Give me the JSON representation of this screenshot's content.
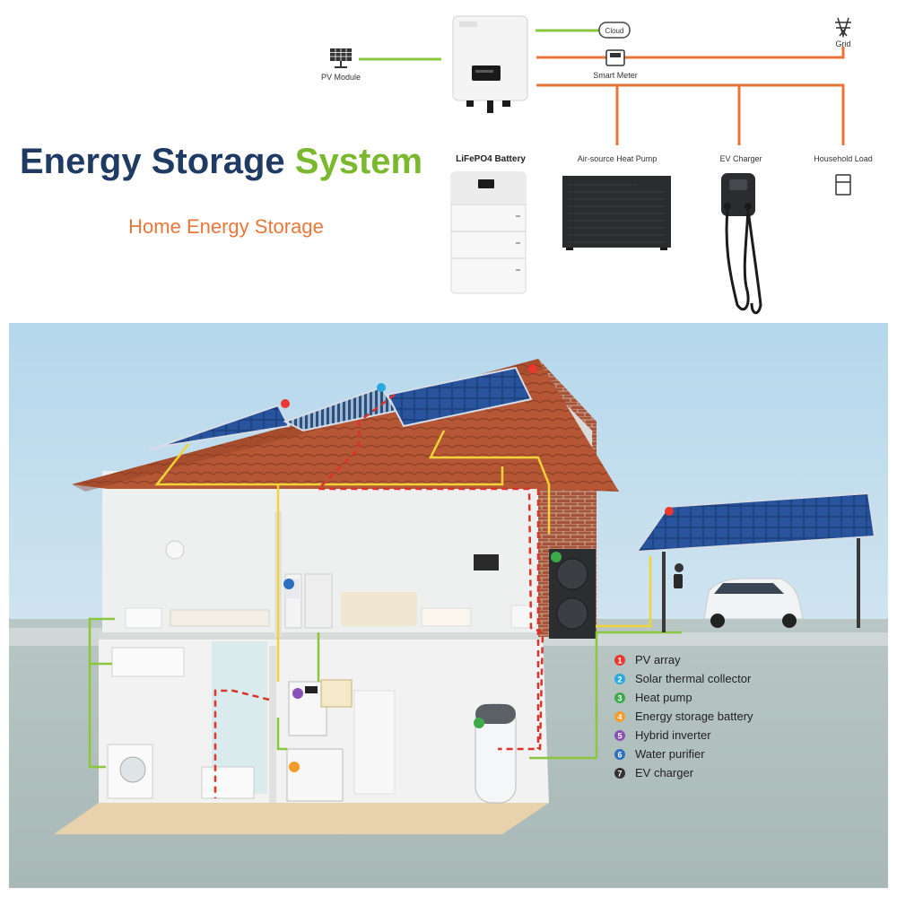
{
  "header": {
    "title_part1": "Energy Storage",
    "title_part2": "System",
    "subtitle": "Home Energy Storage"
  },
  "diagram_labels": {
    "pv_module": "PV Module",
    "cloud": "Cloud",
    "grid": "Grid",
    "smart_meter": "Smart Meter",
    "battery": "LiFePO4 Battery",
    "heat_pump": "Air-source Heat Pump",
    "ev_charger": "EV Charger",
    "household_load": "Household Load"
  },
  "legend": [
    {
      "num": "1",
      "label": "PV array",
      "color": "#e8382f"
    },
    {
      "num": "2",
      "label": "Solar thermal collector",
      "color": "#29a8df"
    },
    {
      "num": "3",
      "label": "Heat pump",
      "color": "#3daa4a"
    },
    {
      "num": "4",
      "label": "Energy storage battery",
      "color": "#f39c2a"
    },
    {
      "num": "5",
      "label": "Hybrid inverter",
      "color": "#8a4fb8"
    },
    {
      "num": "6",
      "label": "Water purifier",
      "color": "#2f6fc0"
    },
    {
      "num": "7",
      "label": "EV charger",
      "color": "#333333"
    }
  ],
  "colors": {
    "title_dark": "#1f3a63",
    "title_green": "#7ab92e",
    "subtitle": "#e8773a",
    "line_green": "#8cc63f",
    "line_orange": "#e8743a",
    "wire_yellow": "#f2d33a",
    "wire_red": "#d9332b"
  }
}
